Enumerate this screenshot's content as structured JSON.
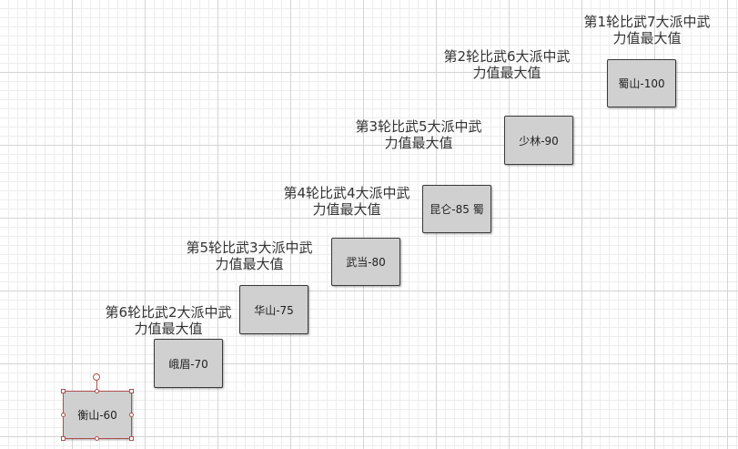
{
  "nodes": [
    {
      "id": "shu",
      "label": "蜀山-100"
    },
    {
      "id": "shaolin",
      "label": "少林-90"
    },
    {
      "id": "kunlun",
      "label": "昆仑-85 蜀"
    },
    {
      "id": "wudang",
      "label": "武当-80"
    },
    {
      "id": "huashan",
      "label": "华山-75"
    },
    {
      "id": "emei",
      "label": "峨眉-70"
    },
    {
      "id": "hengshan",
      "label": "衡山-60"
    }
  ],
  "captions": [
    {
      "line1": "第1轮比武7大派中武",
      "line2": "力值最大值"
    },
    {
      "line1": "第2轮比武6大派中武",
      "line2": "力值最大值"
    },
    {
      "line1": "第3轮比武5大派中武",
      "line2": "力值最大值"
    },
    {
      "line1": "第4轮比武4大派中武",
      "line2": "力值最大值"
    },
    {
      "line1": "第5轮比武3大派中武",
      "line2": "力值最大值"
    },
    {
      "line1": "第6轮比武2大派中武",
      "line2": "力值最大值"
    }
  ]
}
